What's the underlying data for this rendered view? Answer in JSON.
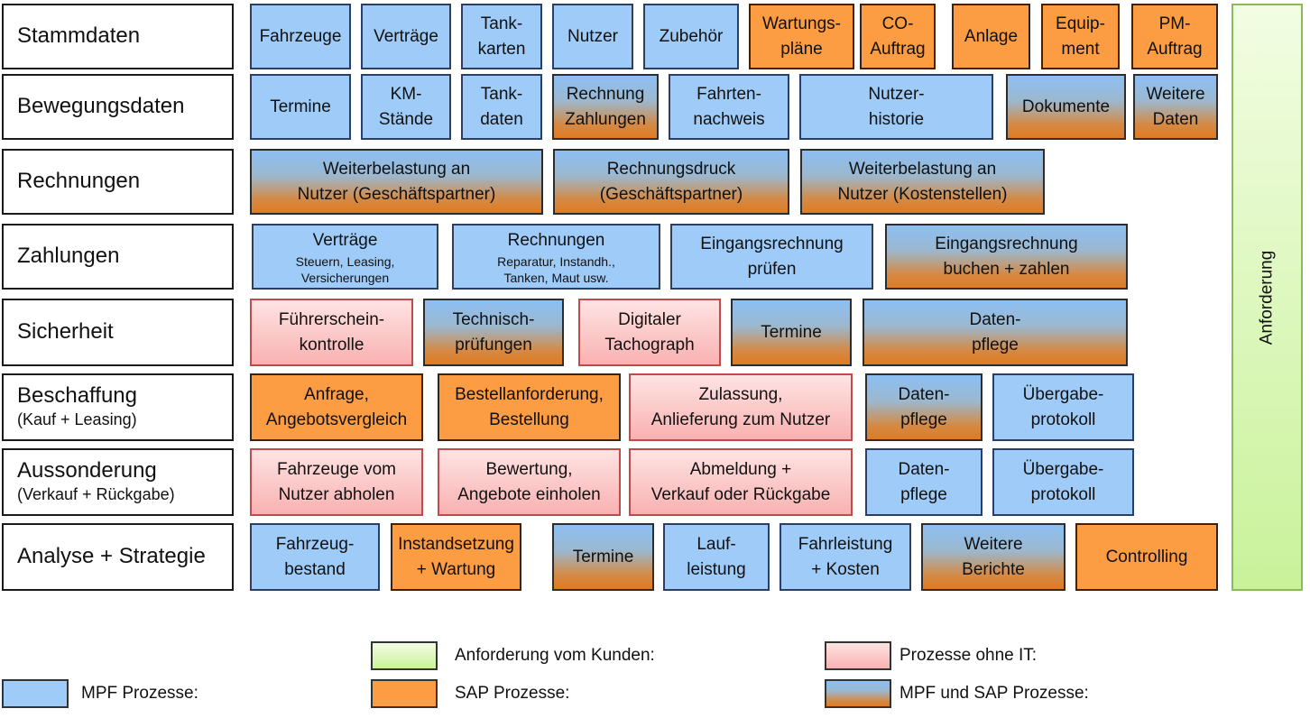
{
  "rows": [
    {
      "label": "Stammdaten",
      "sub": "",
      "boxes": [
        {
          "lines": [
            "Fahrzeuge"
          ],
          "type": "mpf"
        },
        {
          "lines": [
            "Verträge"
          ],
          "type": "mpf"
        },
        {
          "lines": [
            "Tank-",
            "karten"
          ],
          "type": "mpf"
        },
        {
          "lines": [
            "Nutzer"
          ],
          "type": "mpf"
        },
        {
          "lines": [
            "Zubehör"
          ],
          "type": "mpf"
        },
        {
          "lines": [
            "Wartungs-",
            "pläne"
          ],
          "type": "sap"
        },
        {
          "lines": [
            "CO-",
            "Auftrag"
          ],
          "type": "sap"
        },
        {
          "lines": [
            "Anlage"
          ],
          "type": "sap"
        },
        {
          "lines": [
            "Equip-",
            "ment"
          ],
          "type": "sap"
        },
        {
          "lines": [
            "PM-",
            "Auftrag"
          ],
          "type": "sap"
        }
      ]
    },
    {
      "label": "Bewegungsdaten",
      "sub": "",
      "boxes": [
        {
          "lines": [
            "Termine"
          ],
          "type": "mpf"
        },
        {
          "lines": [
            "KM-",
            "Stände"
          ],
          "type": "mpf"
        },
        {
          "lines": [
            "Tank-",
            "daten"
          ],
          "type": "mpf"
        },
        {
          "lines": [
            "Rechnung",
            "Zahlungen"
          ],
          "type": "both"
        },
        {
          "lines": [
            "Fahrten-",
            "nachweis"
          ],
          "type": "mpf"
        },
        {
          "lines": [
            "Nutzer-",
            "historie"
          ],
          "type": "mpf"
        },
        {
          "lines": [
            "Dokumente"
          ],
          "type": "both"
        },
        {
          "lines": [
            "Weitere",
            "Daten"
          ],
          "type": "both"
        }
      ]
    },
    {
      "label": "Rechnungen",
      "sub": "",
      "boxes": [
        {
          "lines": [
            "Weiterbelastung an",
            "Nutzer (Geschäftspartner)"
          ],
          "type": "both"
        },
        {
          "lines": [
            "Rechnungsdruck",
            "(Geschäftspartner)"
          ],
          "type": "both"
        },
        {
          "lines": [
            "Weiterbelastung an",
            "Nutzer (Kostenstellen)"
          ],
          "type": "both"
        }
      ]
    },
    {
      "label": "Zahlungen",
      "sub": "",
      "boxes": [
        {
          "lines": [
            "Verträge"
          ],
          "small": [
            "Steuern, Leasing,",
            "Versicherungen"
          ],
          "type": "mpf"
        },
        {
          "lines": [
            "Rechnungen"
          ],
          "small": [
            "Reparatur, Instandh.,",
            "Tanken, Maut usw."
          ],
          "type": "mpf"
        },
        {
          "lines": [
            "Eingangsrechnung",
            "prüfen"
          ],
          "type": "mpf"
        },
        {
          "lines": [
            "Eingangsrechnung",
            "buchen + zahlen"
          ],
          "type": "both"
        }
      ]
    },
    {
      "label": "Sicherheit",
      "sub": "",
      "boxes": [
        {
          "lines": [
            "Führerschein-",
            "kontrolle"
          ],
          "type": "noit"
        },
        {
          "lines": [
            "Technisch-",
            "prüfungen"
          ],
          "type": "both"
        },
        {
          "lines": [
            "Digitaler",
            "Tachograph"
          ],
          "type": "noit"
        },
        {
          "lines": [
            "Termine"
          ],
          "type": "both"
        },
        {
          "lines": [
            "Daten-",
            "pflege"
          ],
          "type": "both"
        }
      ]
    },
    {
      "label": "Beschaffung",
      "sub": "(Kauf + Leasing)",
      "boxes": [
        {
          "lines": [
            "Anfrage,",
            "Angebotsvergleich"
          ],
          "type": "sap"
        },
        {
          "lines": [
            "Bestellanforderung,",
            "Bestellung"
          ],
          "type": "sap"
        },
        {
          "lines": [
            "Zulassung,",
            "Anlieferung zum Nutzer"
          ],
          "type": "noit"
        },
        {
          "lines": [
            "Daten-",
            "pflege"
          ],
          "type": "both"
        },
        {
          "lines": [
            "Übergabe-",
            "protokoll"
          ],
          "type": "mpf"
        }
      ]
    },
    {
      "label": "Aussonderung",
      "sub": "(Verkauf + Rückgabe)",
      "boxes": [
        {
          "lines": [
            "Fahrzeuge vom",
            "Nutzer abholen"
          ],
          "type": "noit"
        },
        {
          "lines": [
            "Bewertung,",
            "Angebote einholen"
          ],
          "type": "noit"
        },
        {
          "lines": [
            "Abmeldung +",
            "Verkauf oder Rückgabe"
          ],
          "type": "noit"
        },
        {
          "lines": [
            "Daten-",
            "pflege"
          ],
          "type": "mpf"
        },
        {
          "lines": [
            "Übergabe-",
            "protokoll"
          ],
          "type": "mpf"
        }
      ]
    },
    {
      "label": "Analyse + Strategie",
      "sub": "",
      "boxes": [
        {
          "lines": [
            "Fahrzeug-",
            "bestand"
          ],
          "type": "mpf"
        },
        {
          "lines": [
            "Instandsetzung",
            "+ Wartung"
          ],
          "type": "sap"
        },
        {
          "lines": [
            "Termine"
          ],
          "type": "both"
        },
        {
          "lines": [
            "Lauf-",
            "leistung"
          ],
          "type": "mpf"
        },
        {
          "lines": [
            "Fahrleistung",
            "+ Kosten"
          ],
          "type": "mpf"
        },
        {
          "lines": [
            "Weitere",
            "Berichte"
          ],
          "type": "both"
        },
        {
          "lines": [
            "Controlling"
          ],
          "type": "sap"
        }
      ]
    }
  ],
  "side_label": "Anforderung",
  "legend": [
    {
      "label": "Anforderung vom Kunden:",
      "type": "req"
    },
    {
      "label": "Prozesse ohne IT:",
      "type": "noit"
    },
    {
      "label": "MPF Prozesse:",
      "type": "mpf"
    },
    {
      "label": "SAP Prozesse:",
      "type": "sap"
    },
    {
      "label": "MPF und SAP Prozesse:",
      "type": "both"
    }
  ],
  "colors": {
    "mpf": "#9ecbf8",
    "sap": "#fc9c43",
    "no_it": "#f9b1b1",
    "requirement": "#c9f29a"
  }
}
